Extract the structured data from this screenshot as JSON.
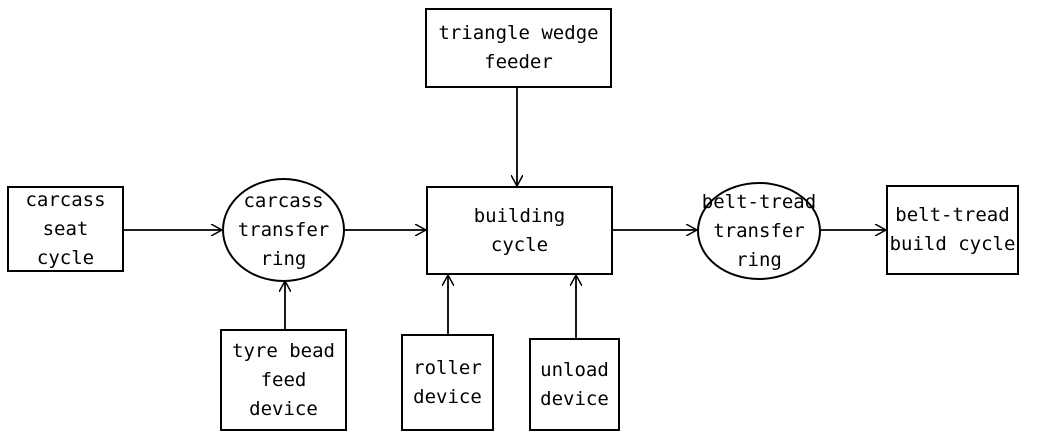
{
  "nodes": {
    "carcass_seat_cycle": "carcass\nseat\ncycle",
    "carcass_transfer_ring": "carcass\ntransfer\nring",
    "triangle_wedge_feeder": "triangle wedge\nfeeder",
    "building_cycle": "building\ncycle",
    "belt_tread_transfer_ring": "belt-tread\ntransfer\nring",
    "belt_tread_build_cycle": "belt-tread\nbuild cycle",
    "tyre_bead_feed_device": "tyre bead\nfeed\ndevice",
    "roller_device": "roller\ndevice",
    "unload_device": "unload\ndevice"
  },
  "edges": [
    {
      "from": "carcass seat cycle",
      "to": "carcass transfer ring"
    },
    {
      "from": "carcass transfer ring",
      "to": "building cycle"
    },
    {
      "from": "triangle wedge feeder",
      "to": "building cycle"
    },
    {
      "from": "building cycle",
      "to": "belt-tread transfer ring"
    },
    {
      "from": "belt-tread transfer ring",
      "to": "belt-tread build cycle"
    },
    {
      "from": "tyre bead feed device",
      "to": "carcass transfer ring"
    },
    {
      "from": "roller device",
      "to": "building cycle"
    },
    {
      "from": "unload device",
      "to": "building cycle"
    }
  ]
}
